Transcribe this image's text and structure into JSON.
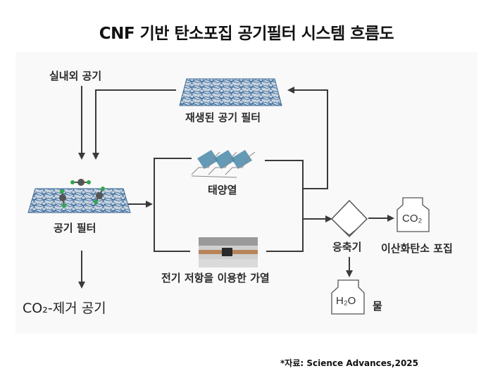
{
  "title": "CNF 기반 탄소포집 공기필터 시스템 흐름도",
  "nodes": {
    "indoor_outdoor_air": "실내외 공기",
    "regenerated_filter": "재생된 공기 필터",
    "air_filter": "공기 필터",
    "solar_heat": "태양열",
    "electric_heating": "전기 저항을 이용한 가열",
    "condenser": "응축기",
    "co2_capture": "이산화탄소 포집",
    "co2_removed_air": "CO₂-제거 공기",
    "water": "물"
  },
  "containers": {
    "co2_label": "CO₂",
    "h2o_label": "H₂O"
  },
  "colors": {
    "line": "#3a3a3a",
    "fiber": "#3d6a9a",
    "solar_panel": "#4a8aaa",
    "molecule_green": "#2fa84a",
    "molecule_gray": "#555555"
  },
  "source": "*자료: Science Advances,2025"
}
